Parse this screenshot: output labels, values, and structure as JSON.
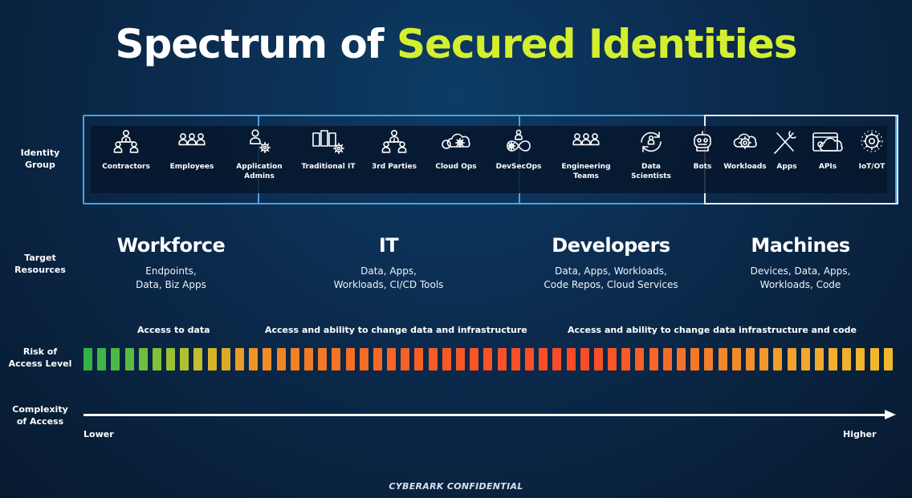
{
  "title": {
    "part1": "Spectrum of ",
    "part2": "Secured Identities"
  },
  "colors": {
    "accent": "#d4ef2e",
    "box_border": "#4aa3e0",
    "box_border_right": "#e8eef5"
  },
  "row_labels": {
    "identity_group": [
      "Identity",
      "Group"
    ],
    "target_resources": [
      "Target",
      "Resources"
    ],
    "risk": [
      "Risk of",
      "Access Level"
    ],
    "complexity": [
      "Complexity",
      "of Access"
    ]
  },
  "identities": [
    {
      "label": [
        "Contractors"
      ],
      "icon": "people-org-icon"
    },
    {
      "label": [
        "Employees"
      ],
      "icon": "people-group-icon"
    },
    {
      "label": [
        "Application",
        "Admins"
      ],
      "icon": "person-gear-icon"
    },
    {
      "label": [
        "Traditional IT"
      ],
      "icon": "servers-gear-icon"
    },
    {
      "label": [
        "3rd Parties"
      ],
      "icon": "people-org-icon"
    },
    {
      "label": [
        "Cloud Ops"
      ],
      "icon": "cloud-gear-icon"
    },
    {
      "label": [
        "DevSecOps"
      ],
      "icon": "devsecops-icon"
    },
    {
      "label": [
        "Engineering",
        "Teams"
      ],
      "icon": "people-group-icon"
    },
    {
      "label": [
        "Data",
        "Scientists"
      ],
      "icon": "data-cycle-icon"
    },
    {
      "label": [
        "Bots"
      ],
      "icon": "robot-icon"
    },
    {
      "label": [
        "Workloads"
      ],
      "icon": "gear-cloud-icon"
    },
    {
      "label": [
        "Apps"
      ],
      "icon": "tools-icon"
    },
    {
      "label": [
        "APIs"
      ],
      "icon": "api-icon"
    },
    {
      "label": [
        "IoT/OT"
      ],
      "icon": "iot-gear-icon"
    }
  ],
  "groups": [
    {
      "title": "Workforce",
      "desc": [
        "Endpoints,",
        "Data, Biz Apps"
      ]
    },
    {
      "title": "IT",
      "desc": [
        "Data, Apps,",
        "Workloads, CI/CD Tools"
      ]
    },
    {
      "title": "Developers",
      "desc": [
        "Data, Apps, Workloads,",
        "Code Repos, Cloud Services"
      ]
    },
    {
      "title": "Machines",
      "desc": [
        "Devices, Data, Apps,",
        "Workloads, Code"
      ]
    }
  ],
  "risk_texts": [
    "Access to data",
    "Access and ability to change data and infrastructure",
    "Access and ability to change data infrastructure and code"
  ],
  "risk_scale": {
    "count": 59,
    "colors": [
      "#33b24a",
      "#3cb649",
      "#48b947",
      "#58bc43",
      "#6cbf3f",
      "#82c03a",
      "#99c136",
      "#afc131",
      "#c4bd2d",
      "#d6b42a",
      "#e2a827",
      "#e99d26",
      "#ee9425",
      "#f08c25",
      "#f28525",
      "#f38025",
      "#f47b25",
      "#f57725",
      "#f57325",
      "#f66f25",
      "#f66b25",
      "#f76825",
      "#f76525",
      "#f86225",
      "#f85f25",
      "#f95c25",
      "#f95a25",
      "#fa5725",
      "#fa5525",
      "#fa5325",
      "#fb5126",
      "#fb4f26",
      "#fb4e26",
      "#fb4d26",
      "#fc4c27",
      "#fc4c27",
      "#fc4d27",
      "#fb5027",
      "#fb5428",
      "#fa5928",
      "#f95f28",
      "#f86529",
      "#f76c29",
      "#f6722a",
      "#f5782a",
      "#f47e2a",
      "#f3852b",
      "#f38b2b",
      "#f2912b",
      "#f2972c",
      "#f19d2c",
      "#f1a22c",
      "#f1a72c",
      "#f1ab2c",
      "#f1ae2c",
      "#f1b12c",
      "#f2b42c",
      "#f2b62c",
      "#f2b82c"
    ]
  },
  "complexity": {
    "lower": "Lower",
    "higher": "Higher"
  },
  "footer": "CYBERARK CONFIDENTIAL"
}
